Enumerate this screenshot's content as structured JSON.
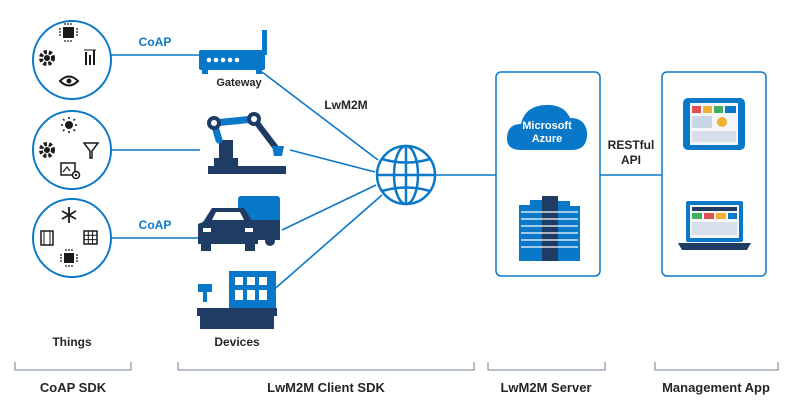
{
  "labels": {
    "coap_top": "CoAP",
    "coap_bottom": "CoAP",
    "gateway": "Gateway",
    "lwm2m": "LwM2M",
    "microsoft": "Microsoft",
    "azure": "Azure",
    "restful": "RESTful",
    "api": "API",
    "things": "Things",
    "devices": "Devices"
  },
  "brackets": [
    {
      "label": "CoAP SDK"
    },
    {
      "label": "LwM2M Client SDK"
    },
    {
      "label": "LwM2M Server"
    },
    {
      "label": "Management App"
    }
  ],
  "colors": {
    "accent": "#0a78c8",
    "dark": "#1f3c64",
    "text": "#262626",
    "line": "#6f7f93"
  }
}
